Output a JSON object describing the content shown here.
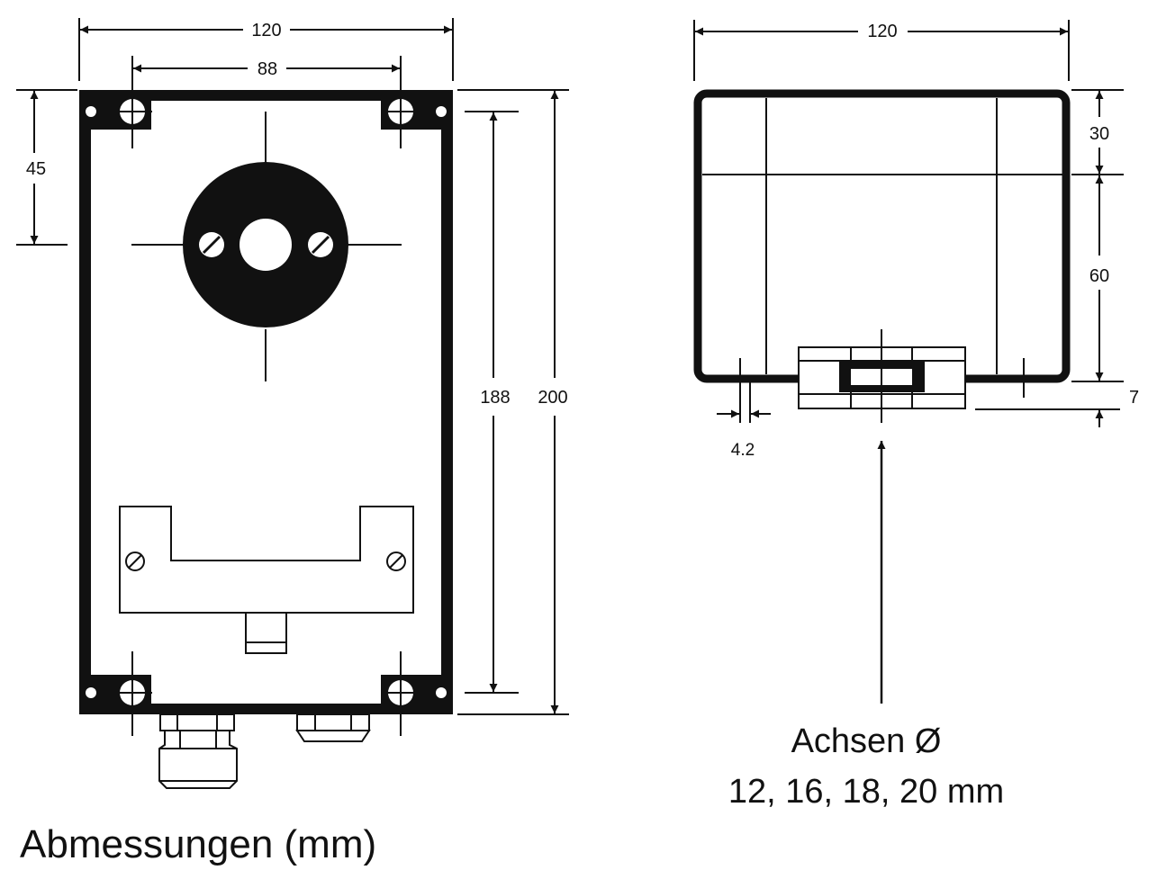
{
  "title": "Abmessungen (mm)",
  "axis_note": {
    "line1": "Achsen Ø",
    "line2": "12, 16, 18, 20 mm"
  },
  "front_view": {
    "dims": {
      "width": "120",
      "hole_spacing": "88",
      "top_to_center": "45",
      "inner_height": "188",
      "overall_height": "200"
    }
  },
  "side_view": {
    "dims": {
      "width": "120",
      "top_section": "30",
      "middle_section": "60",
      "bottom_offset": "7",
      "slot_width": "4.2"
    }
  },
  "colors": {
    "line": "#111111",
    "background": "#ffffff"
  }
}
